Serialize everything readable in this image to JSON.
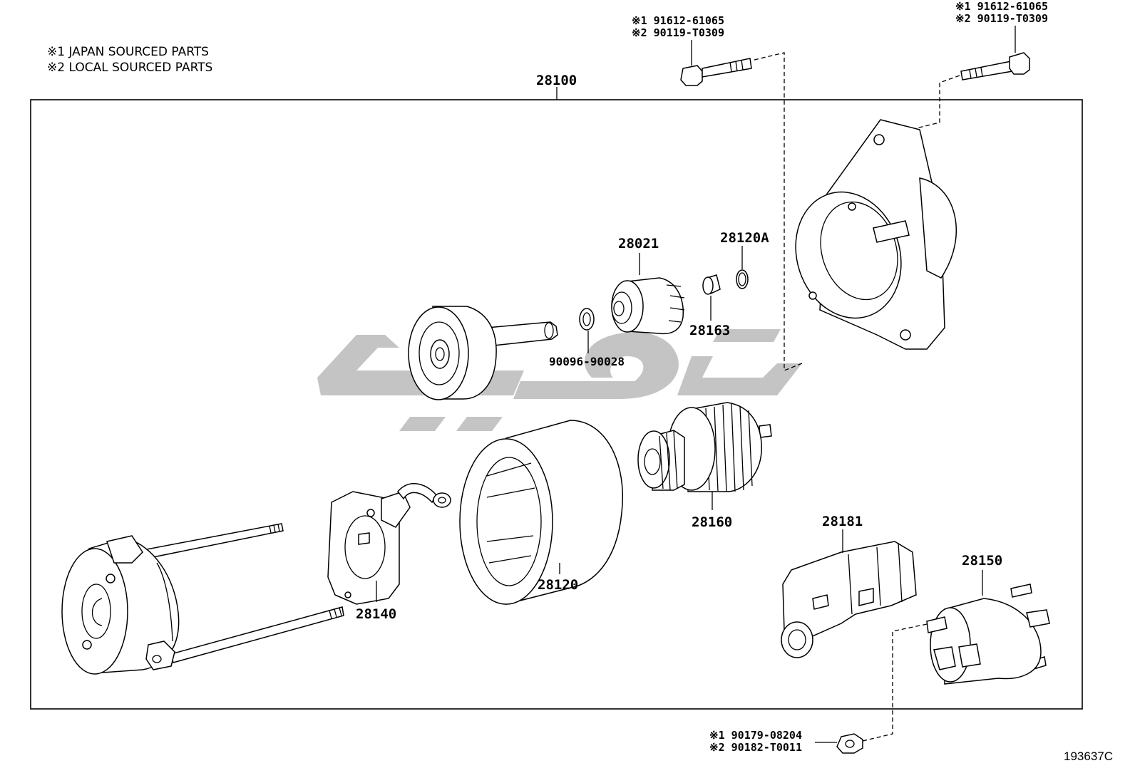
{
  "legend": [
    {
      "mark": "※1",
      "text": "JAPAN SOURCED PARTS"
    },
    {
      "mark": "※2",
      "text": "LOCAL SOURCED PARTS"
    }
  ],
  "assembly_label": "28100",
  "parts": {
    "armature": "",
    "clutch": "28021",
    "snap_ring": "90096-90028",
    "bushing": "28163",
    "oring": "28120A",
    "field_yoke": "28120",
    "pinion_gear": "28160",
    "brush_holder": "28140",
    "lead_cover": "28181",
    "solenoid": "28150"
  },
  "bolt_top_mid": {
    "line1": "※1 91612-61065",
    "line2": "※2 90119-T0309"
  },
  "bolt_top_right": {
    "line1": "※1 91612-61065",
    "line2": "※2 90119-T0309"
  },
  "nut_bottom": {
    "line1": "※1 90179-08204",
    "line2": "※2 90182-T0011"
  },
  "reference_code": "193637C"
}
